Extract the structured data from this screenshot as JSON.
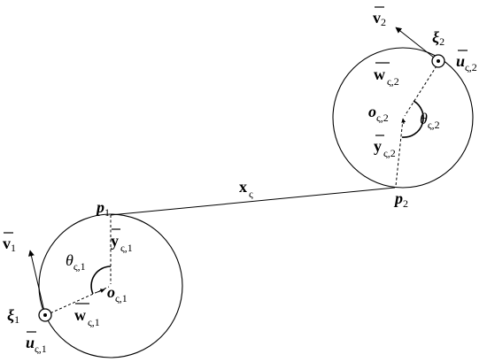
{
  "labels": {
    "v2": {
      "main": "v",
      "sub": "2"
    },
    "xi2": {
      "main": "ξ",
      "sub": "2"
    },
    "u2": {
      "main": "u",
      "sub": "ς,2"
    },
    "w2": {
      "main": "w",
      "sub": "ς,2"
    },
    "o2": {
      "main": "o",
      "sub": "ς,2"
    },
    "th2": {
      "main": "θ",
      "sub": "ς,2"
    },
    "y2": {
      "main": "y",
      "sub": "ς,2"
    },
    "p2": {
      "main": "p",
      "sub": "2"
    },
    "x": {
      "main": "x",
      "sub": "ς"
    },
    "p1": {
      "main": "p",
      "sub": "1"
    },
    "y1": {
      "main": "y",
      "sub": "ς,1"
    },
    "v1": {
      "main": "v",
      "sub": "1"
    },
    "th1": {
      "main": "θ",
      "sub": "ς,1"
    },
    "o1": {
      "main": "o",
      "sub": "ς,1"
    },
    "xi1": {
      "main": "ξ",
      "sub": "1"
    },
    "w1": {
      "main": "w",
      "sub": "ς,1"
    },
    "u1": {
      "main": "u",
      "sub": "ς,1"
    }
  }
}
